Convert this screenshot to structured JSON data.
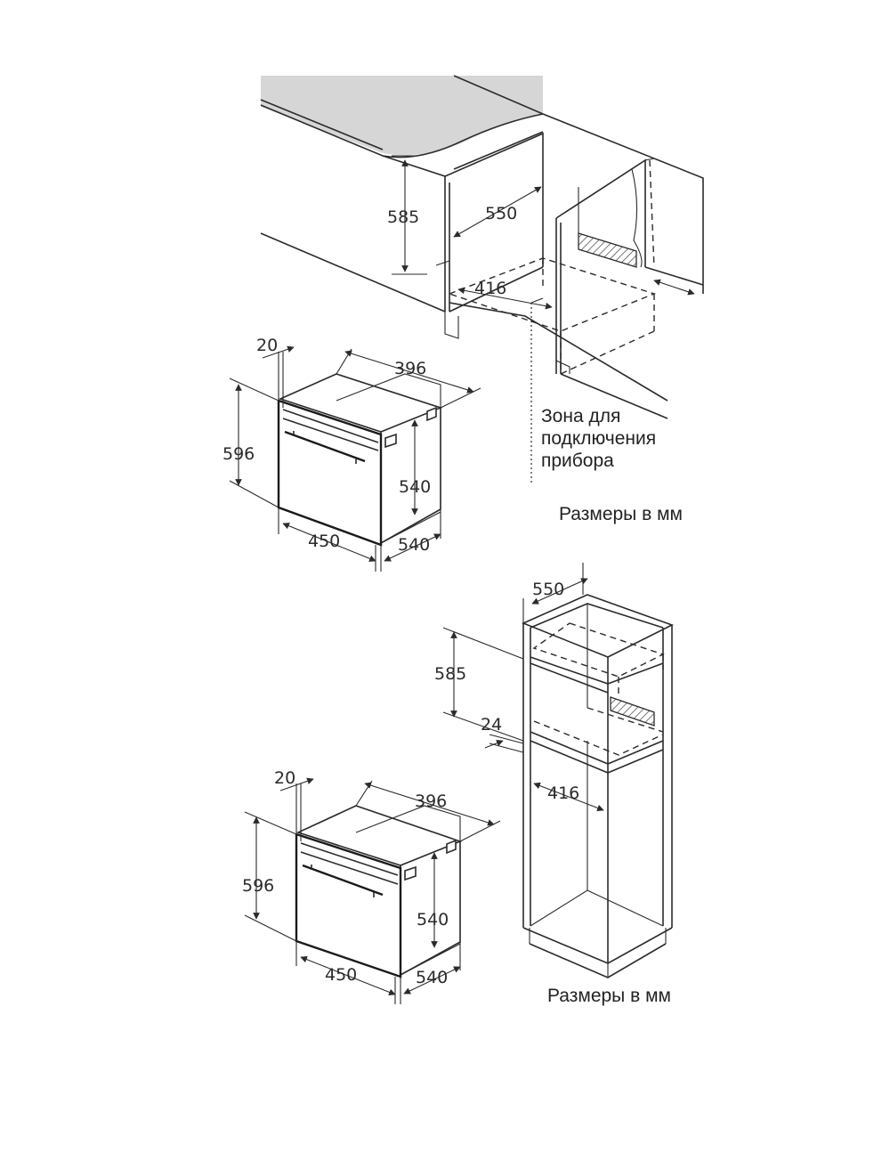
{
  "colors": {
    "line": "#2b2b2b",
    "countertop": "#d6d6d6",
    "background": "#ffffff"
  },
  "top": {
    "niche": {
      "h": "585",
      "d": "550",
      "w": "416"
    },
    "zone_label": [
      "Зона для",
      "подключения",
      "прибора"
    ],
    "dims_label": "Размеры в мм",
    "oven": {
      "t": "20",
      "top_depth": "396",
      "h": "596",
      "inner_h": "540",
      "w": "450",
      "d": "540"
    }
  },
  "bottom": {
    "niche": {
      "d": "550",
      "h": "585",
      "gap": "24",
      "w": "416"
    },
    "dims_label": "Размеры в мм",
    "oven": {
      "t": "20",
      "top_depth": "396",
      "h": "596",
      "inner_h": "540",
      "w": "450",
      "d": "540"
    }
  }
}
